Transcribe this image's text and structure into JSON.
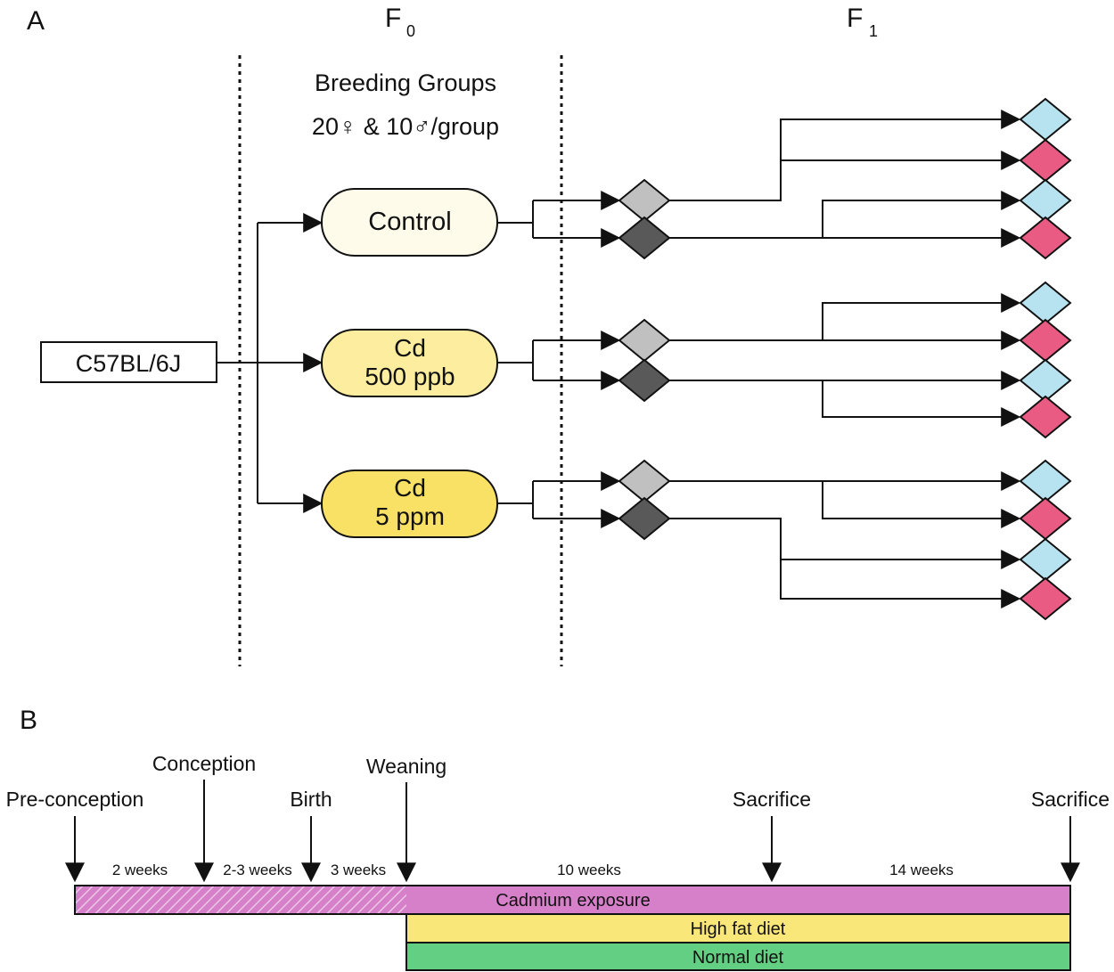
{
  "panel_a": {
    "label": "A",
    "header_f0": "F",
    "header_f0_sub": "0",
    "header_f1": "F",
    "header_f1_sub": "1",
    "breeding_title": "Breeding Groups",
    "breeding_subtitle": "20♀ & 10♂/group",
    "strain": "C57BL/6J",
    "groups": [
      {
        "line1": "Control",
        "line2": "",
        "fill": "#fefbea"
      },
      {
        "line1": "Cd",
        "line2": "500 ppb",
        "fill": "#fcee9e"
      },
      {
        "line1": "Cd",
        "line2": "5 ppm",
        "fill": "#f9e165"
      }
    ],
    "colors": {
      "f0_light": "#c0c0c0",
      "f0_dark": "#595959",
      "f1_light_blue": "#b7e3f0",
      "f1_pink": "#ea5b84"
    }
  },
  "panel_b": {
    "label": "B",
    "events": [
      "Pre-conception",
      "Conception",
      "Birth",
      "Weaning",
      "Sacrifice",
      "Sacrifice"
    ],
    "durations": [
      "2 weeks",
      "2-3 weeks",
      "3 weeks",
      "10 weeks",
      "14 weeks"
    ],
    "bars": [
      {
        "label": "Cadmium exposure",
        "color": "#d580c8"
      },
      {
        "label": "High fat diet",
        "color": "#fae77a"
      },
      {
        "label": "Normal diet",
        "color": "#62cf82"
      }
    ]
  }
}
